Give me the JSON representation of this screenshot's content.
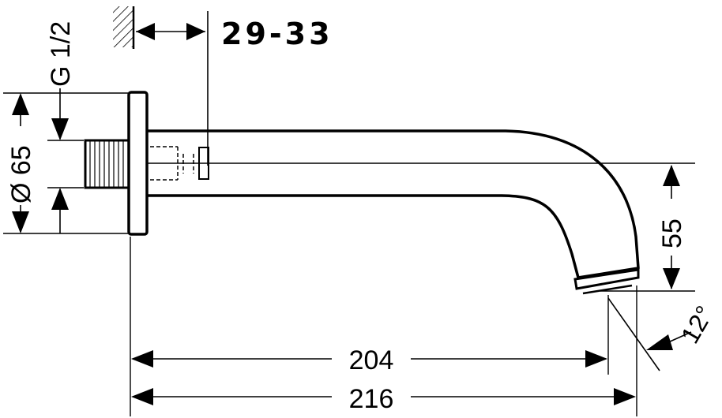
{
  "drawing": {
    "title": "",
    "wall_projection": "29-33",
    "thread": "G 1/2",
    "flange_diameter": "Ø 65",
    "height_offset": "55",
    "length_inner": "204",
    "length_overall": "216",
    "angle": "12°"
  },
  "colors": {
    "ink": "#000000",
    "background": "#ffffff"
  }
}
